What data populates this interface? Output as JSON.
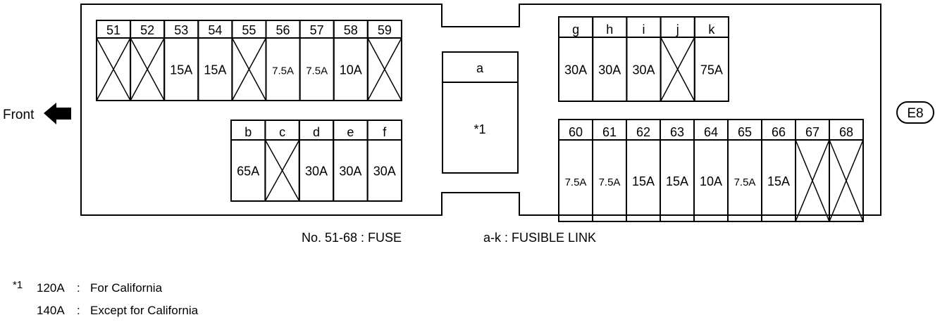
{
  "front_label": "Front",
  "connector_label": "E8",
  "legend": {
    "fuse": "No. 51-68 : FUSE",
    "link": "a-k : FUSIBLE LINK"
  },
  "notes": [
    {
      "mark": "*1",
      "value": "120A",
      "sep": ":",
      "text": "For California"
    },
    {
      "mark": "",
      "value": "140A",
      "sep": ":",
      "text": "Except for California"
    }
  ],
  "groups": {
    "fuses_top": [
      {
        "id": "51",
        "rating": ""
      },
      {
        "id": "52",
        "rating": ""
      },
      {
        "id": "53",
        "rating": "15A"
      },
      {
        "id": "54",
        "rating": "15A"
      },
      {
        "id": "55",
        "rating": ""
      },
      {
        "id": "56",
        "rating": "7.5A"
      },
      {
        "id": "57",
        "rating": "7.5A"
      },
      {
        "id": "58",
        "rating": "10A"
      },
      {
        "id": "59",
        "rating": ""
      }
    ],
    "links_bottom_left": [
      {
        "id": "b",
        "rating": "65A"
      },
      {
        "id": "c",
        "rating": ""
      },
      {
        "id": "d",
        "rating": "30A"
      },
      {
        "id": "e",
        "rating": "30A"
      },
      {
        "id": "f",
        "rating": "30A"
      }
    ],
    "link_center": {
      "id": "a",
      "rating": "*1"
    },
    "links_top_right": [
      {
        "id": "g",
        "rating": "30A"
      },
      {
        "id": "h",
        "rating": "30A"
      },
      {
        "id": "i",
        "rating": "30A"
      },
      {
        "id": "j",
        "rating": ""
      },
      {
        "id": "k",
        "rating": "75A"
      }
    ],
    "fuses_bottom_right": [
      {
        "id": "60",
        "rating": "7.5A"
      },
      {
        "id": "61",
        "rating": "7.5A"
      },
      {
        "id": "62",
        "rating": "15A"
      },
      {
        "id": "63",
        "rating": "15A"
      },
      {
        "id": "64",
        "rating": "10A"
      },
      {
        "id": "65",
        "rating": "7.5A"
      },
      {
        "id": "66",
        "rating": "15A"
      },
      {
        "id": "67",
        "rating": ""
      },
      {
        "id": "68",
        "rating": ""
      }
    ]
  }
}
